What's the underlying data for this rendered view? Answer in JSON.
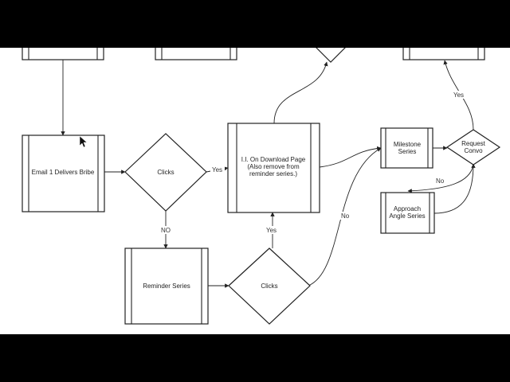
{
  "colors": {
    "canvas_background": "#ffffff",
    "letterbox": "#000000",
    "stroke": "#222222"
  },
  "nodes": {
    "email_bribe": "Email 1 Delivers Bribe",
    "clicks_1": "Clicks",
    "download_page": [
      "I.I. On Download Page",
      "(Also remove from",
      "reminder series.)"
    ],
    "reminder_series": "Reminder Series",
    "clicks_2": "Clicks",
    "milestone_series": [
      "Milestone",
      "Series"
    ],
    "approach_angle": [
      "Approach",
      "Angle Series"
    ],
    "request_convo": [
      "Request",
      "Convo"
    ]
  },
  "edge_labels": {
    "clicks1_yes": "Yes",
    "clicks1_no": "NO",
    "clicks2_yes": "Yes",
    "clicks2_no": "No",
    "request_no": "No",
    "request_yes": "Yes"
  },
  "cursor_icon": "mouse-pointer-icon"
}
